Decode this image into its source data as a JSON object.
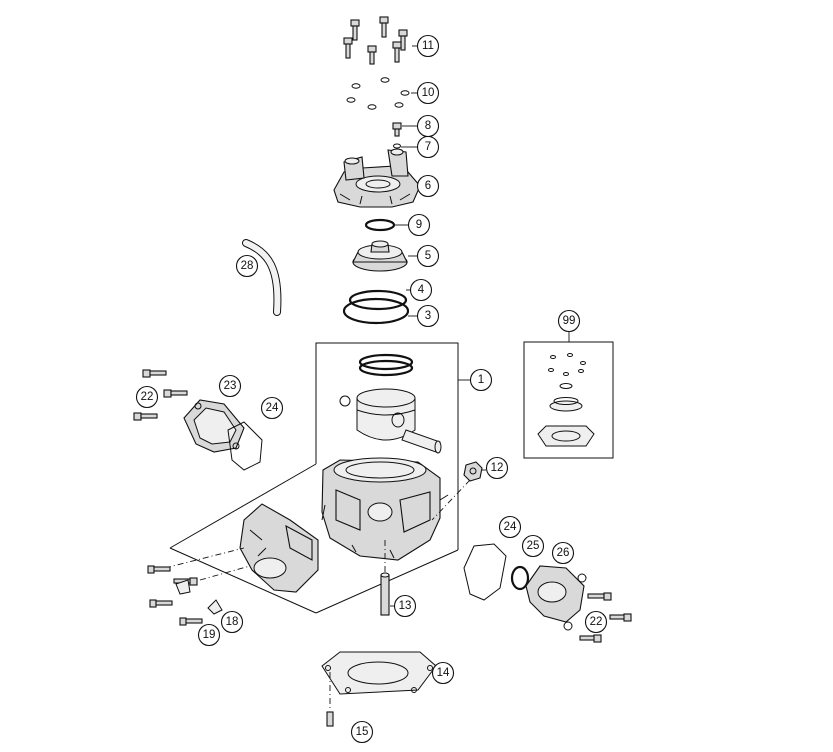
{
  "callouts": {
    "c1": "1",
    "c3": "3",
    "c4": "4",
    "c5": "5",
    "c6": "6",
    "c7": "7",
    "c8": "8",
    "c9": "9",
    "c10": "10",
    "c11": "11",
    "c12": "12",
    "c13": "13",
    "c14": "14",
    "c15": "15",
    "c18": "18",
    "c19": "19",
    "c22a": "22",
    "c22b": "22",
    "c23": "23",
    "c24a": "24",
    "c24b": "24",
    "c25": "25",
    "c26": "26",
    "c28": "28",
    "c99": "99"
  },
  "colors": {
    "line": "#111111",
    "part_fill": "#d9d9d9",
    "background": "#ffffff"
  }
}
